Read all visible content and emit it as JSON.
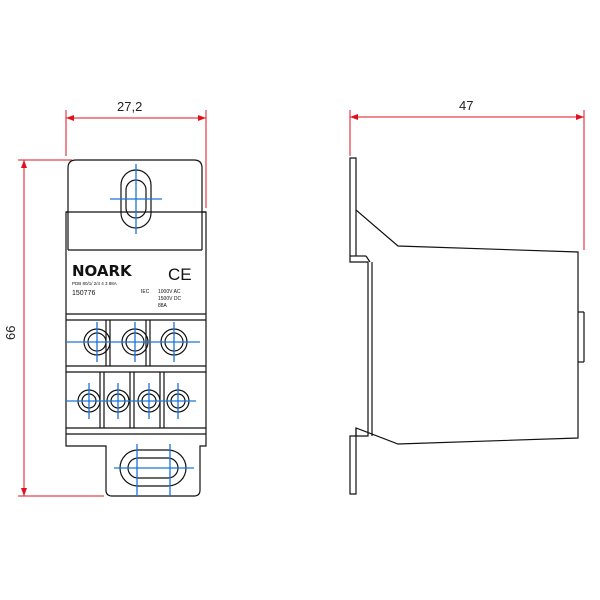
{
  "dimensions": {
    "width_front": "27,2",
    "height_front": "66",
    "depth_side": "47"
  },
  "product_label": {
    "brand": "NOARK",
    "ce_mark": "CE",
    "part_number": "150776",
    "rating_header": "IEC",
    "description_text": "PDB 80/1/ 2/4 4 3 88A",
    "ratings": [
      "1000V AC",
      "1500V DC",
      "88A"
    ]
  },
  "colors": {
    "outline": "#111111",
    "dimension": "#e01020",
    "centerline": "#1a73d9"
  }
}
